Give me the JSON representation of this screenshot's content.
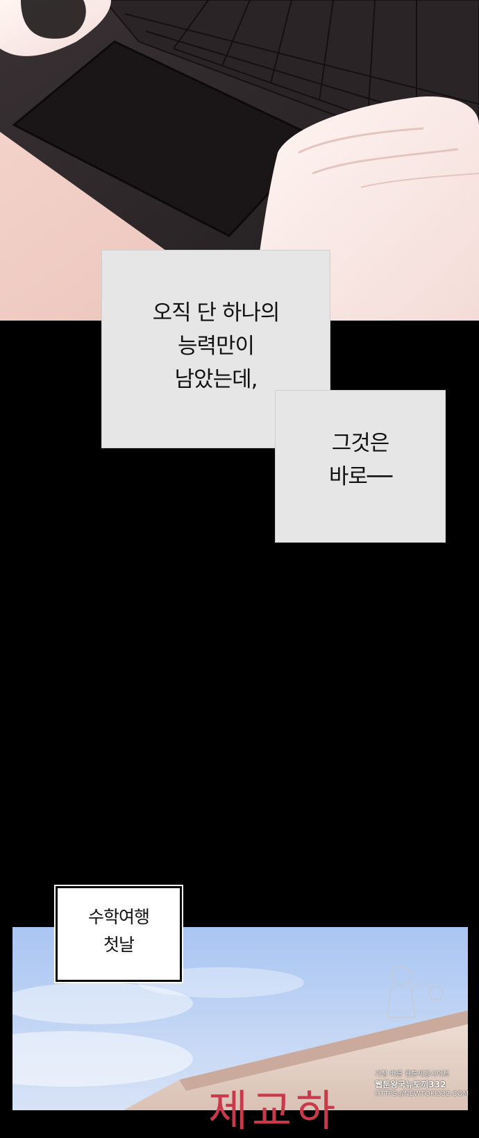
{
  "narration_1": {
    "lines": [
      "오직 단 하나의",
      "능력만이",
      "남았는데,"
    ]
  },
  "narration_2": {
    "lines": [
      "그것은",
      "바로──"
    ]
  },
  "caption": {
    "lines": [
      "수학여행",
      "첫날"
    ]
  },
  "sign": {
    "text": "제교하"
  },
  "watermark": {
    "lines": [
      "가장 빠른 웹툰제공사이트",
      "웹툰왕국뉴토끼332",
      "HTTPS://NEWTOKI332.COM"
    ]
  }
}
